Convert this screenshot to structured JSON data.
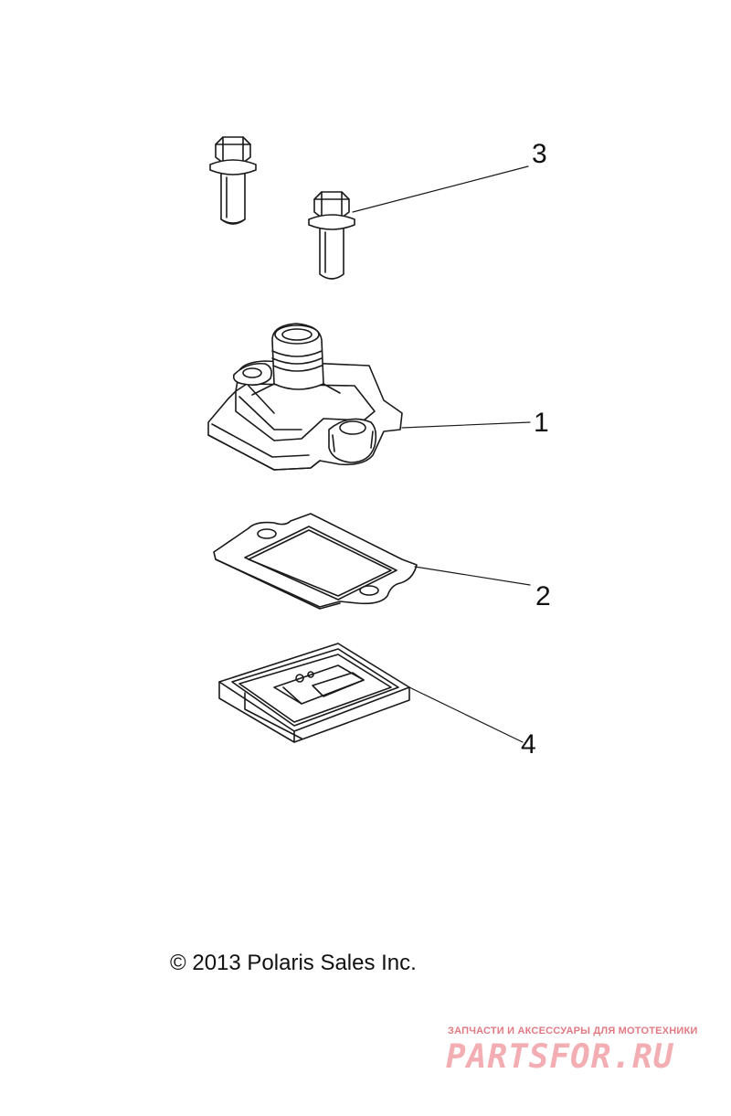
{
  "diagram": {
    "parts": [
      {
        "callout": "1",
        "icon": "reed-valve-cover-icon"
      },
      {
        "callout": "2",
        "icon": "gasket-icon"
      },
      {
        "callout": "3",
        "icon": "flange-bolt-icon"
      },
      {
        "callout": "4",
        "icon": "reed-valve-cage-icon"
      }
    ],
    "copyright": "© 2013 Polaris Sales Inc."
  },
  "watermark": {
    "tagline": "ЗАПЧАСТИ И АКСЕССУАРЫ ДЛЯ МОТОТЕХНИКИ",
    "logo": "PARTSFOR.RU",
    "color": "#e8707c"
  }
}
